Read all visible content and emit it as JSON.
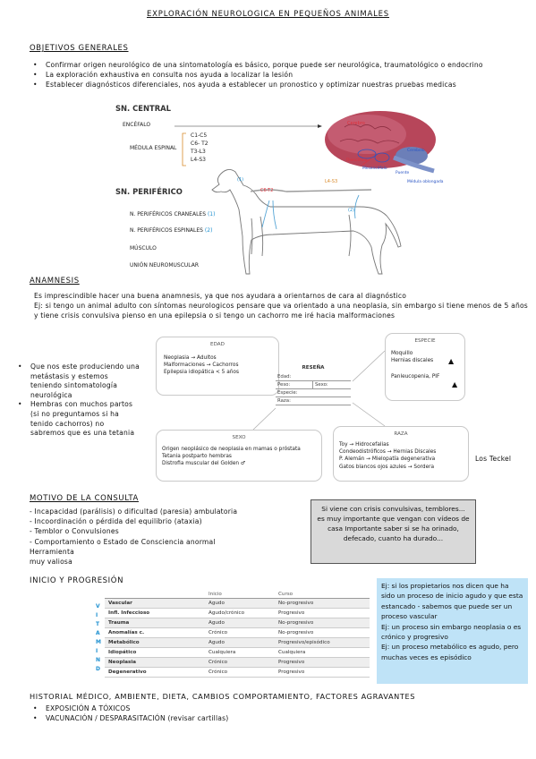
{
  "title": "EXPLORACIÓN NEUROLOGICA EN PEQUEÑOS ANIMALES",
  "objetivos": {
    "heading": "OBJETIVOS GENERALES",
    "items": [
      "Confirmar origen neurológico de una sintomatología es básico, porque puede ser neurológica, traumatológico o endocrino",
      "La exploración exhaustiva en consulta nos ayuda a localizar la lesión",
      "Establecer diagnósticos diferenciales, nos ayuda a establecer un pronostico y optimizar nuestras pruebas medicas"
    ]
  },
  "diagram": {
    "sn_central": "SN. CENTRAL",
    "encefalo": "ENCÉFALO",
    "medula": "MÉDULA ESPINAL",
    "segments": [
      "C1-C5",
      "C6- T2",
      "T3-L3",
      "L4-S3"
    ],
    "sn_periferico": "SN. PERIFÉRICO",
    "nervios_craneales": "N. PERIFÉRICOS CRANEALES",
    "n1": "(1)",
    "nervios_espinales": "N. PERIFÉRICOS ESPINALES",
    "n2": "(2)",
    "musculo": "MÚSCULO",
    "union": "UNIÓN NEUROMUSCULAR",
    "dog_labels": [
      "(1)",
      "C6-T2",
      "L4-S3",
      "(2)"
    ],
    "brain_labels": [
      "Cerebro",
      "Diencéfalo",
      "Mesencéfalo",
      "Puente",
      "Médula oblongada",
      "Cerebelo"
    ]
  },
  "anamnesis": {
    "heading": "ANAMNESIS",
    "line1": "Es imprescindible hacer una buena anamnesis, ya que nos ayudara a orientarnos de cara al diagnóstico",
    "line2": "Ej: si tengo un animal adulto con síntomas neurologicos pensare que va orientado a una neoplasia, sin embargo si tiene menos de 5 años y tiene crisis convulsiva pienso en una epilepsia o si tengo un cachorro me iré hacia malformaciones"
  },
  "side_notes": [
    "Que nos este produciendo una metástasis y estemos teniendo sintomatología neurológica",
    "Hembras con muchos partos (si no preguntamos si ha tenido cachorros) no sabremos que es una tetania"
  ],
  "resena": {
    "title": "RESEÑA",
    "fields": [
      "Edad:",
      "Peso:",
      "Sexo:",
      "Especie:",
      "Raza:"
    ],
    "edad": {
      "header": "EDAD",
      "lines": [
        "Neoplasia → Adultos",
        "Malformaciones → Cachorros",
        "Epilepsia idiopática < 5 años"
      ]
    },
    "especie": {
      "header": "ESPECIE",
      "lines": [
        "Moquillo",
        "Hernias discales",
        "Panleucopenia, PIF"
      ]
    },
    "sexo": {
      "header": "SEXO",
      "lines": [
        "Origen neoplásico de neoplasia en mamas o próstata",
        "Tetania postparto hembras",
        "Distrofia muscular del Golden ♂"
      ]
    },
    "raza": {
      "header": "RAZA",
      "lines": [
        "Toy → Hidrocefalias",
        "Condeodistróficos → Hernias Discales",
        "P. Alemán → Mielopatía degenerativa",
        "Gatos blancos ojos azules → Sordera"
      ]
    },
    "arrow_note": "Los Teckel"
  },
  "motivo": {
    "heading": "MOTIVO DE LA CONSULTA",
    "items": [
      "- Incapacidad (parálisis) o dificultad (paresia) ambulatoria",
      "- Incoordinación o pérdida del equilibrio (ataxia)",
      "- Temblor o Convulsiones",
      "- Comportamiento o Estado de Consciencia anormal"
    ],
    "extra": [
      "Herramienta",
      "muy valiosa"
    ]
  },
  "gray_note": "Si viene con crisis convulsivas, temblores... es muy importante que vengan con vídeos de casa Importante saber si se ha orinado, defecado, cuanto ha durado...",
  "inicio": {
    "heading": "INICIO Y PROGRESIÓN",
    "columns": [
      "",
      "Inicio",
      "Curso"
    ],
    "letters": [
      "V",
      "I",
      "T",
      "A",
      "M",
      "I",
      "N",
      "D"
    ],
    "rows": [
      [
        "Vascular",
        "Agudo",
        "No-progresivo"
      ],
      [
        "Infl. Infeccioso",
        "Agudo/crónico",
        "Progresivo"
      ],
      [
        "Trauma",
        "Agudo",
        "No-progresivo"
      ],
      [
        "Anomalías c.",
        "Crónico",
        "No-progresivo"
      ],
      [
        "Metabólico",
        "Agudo",
        "Progresivo/episódico"
      ],
      [
        "Idiopático",
        "Cualquiera",
        "Cualquiera"
      ],
      [
        "Neoplasia",
        "Crónico",
        "Progresivo"
      ],
      [
        "Degenerativo",
        "Crónico",
        "Progresivo"
      ]
    ]
  },
  "blue_note": [
    "Ej: si los propietarios nos dicen que ha sido un proceso de inicio agudo y que esta estancado - sabemos que puede ser un proceso vascular",
    "Ej: un proceso sin embargo neoplasia o es crónico y progresivo",
    "Ej: un proceso metabólico es agudo, pero muchas veces es episódico"
  ],
  "historial": {
    "heading": "HISTORIAL MÉDICO, AMBIENTE, DIETA, CAMBIOS COMPORTAMIENTO, FACTORES AGRAVANTES",
    "items": [
      "EXPOSICIÓN A TÓXICOS",
      "VACUNACIÓN / DESPARASITACIÓN (revisar cartillas)"
    ]
  },
  "colors": {
    "accent_blue": "#1e90d0",
    "gray_box": "#d9d9d9",
    "blue_box": "#bfe3f7",
    "brain": "#b7465a",
    "red_text": "#e0303a"
  }
}
